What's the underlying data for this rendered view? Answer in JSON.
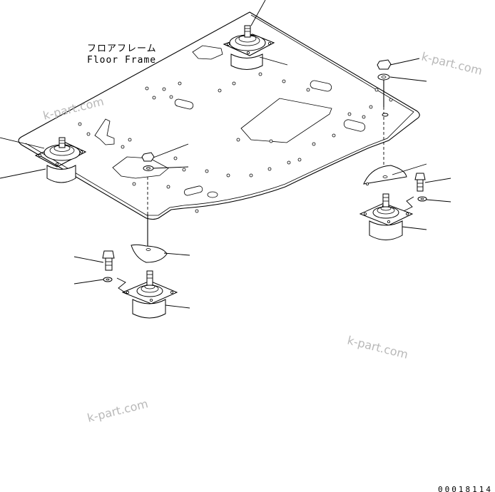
{
  "labels": {
    "title_jp": "フロアフレーム",
    "title_en": "Floor Frame",
    "figure_number": "00018114"
  },
  "watermarks": [
    "k-part.com",
    "k-part.com",
    "k-part.com",
    "k-part.com"
  ],
  "colors": {
    "line": "#000000",
    "watermark": "#b8b8b8",
    "background": "#ffffff"
  }
}
